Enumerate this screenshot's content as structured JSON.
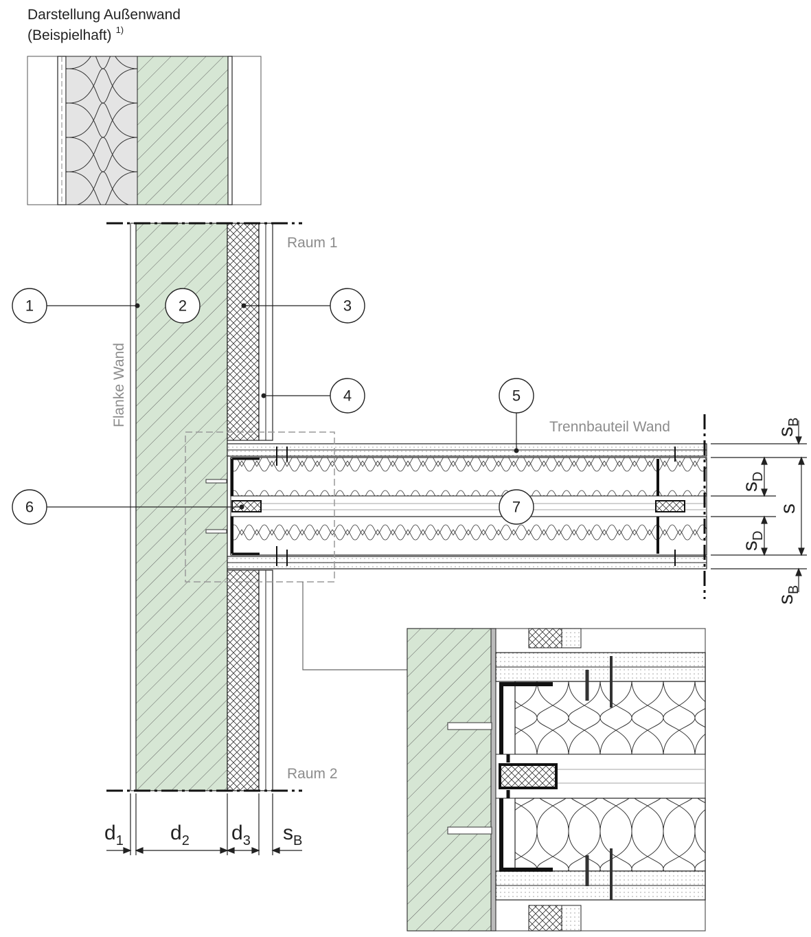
{
  "header": {
    "title_line1": "Darstellung Außenwand",
    "title_line2": "(Beispielhaft)",
    "title_sup": "1)"
  },
  "labels": {
    "raum1": "Raum 1",
    "raum2": "Raum 2",
    "flanke": "Flanke Wand",
    "trennbauteil": "Trennbauteil Wand"
  },
  "callouts": [
    "1",
    "2",
    "3",
    "4",
    "5",
    "6",
    "7"
  ],
  "dimensions": {
    "d1": {
      "base": "d",
      "sub": "1"
    },
    "d2": {
      "base": "d",
      "sub": "2"
    },
    "d3": {
      "base": "d",
      "sub": "3"
    },
    "sB": {
      "base": "s",
      "sub": "B"
    },
    "sD": {
      "base": "s",
      "sub": "D"
    },
    "s": {
      "base": "s"
    }
  },
  "colors": {
    "concrete": "#d6e6d4",
    "insulation_grey": "#e4e4e4",
    "label_grey": "#8c8c8c",
    "line": "#222222"
  }
}
